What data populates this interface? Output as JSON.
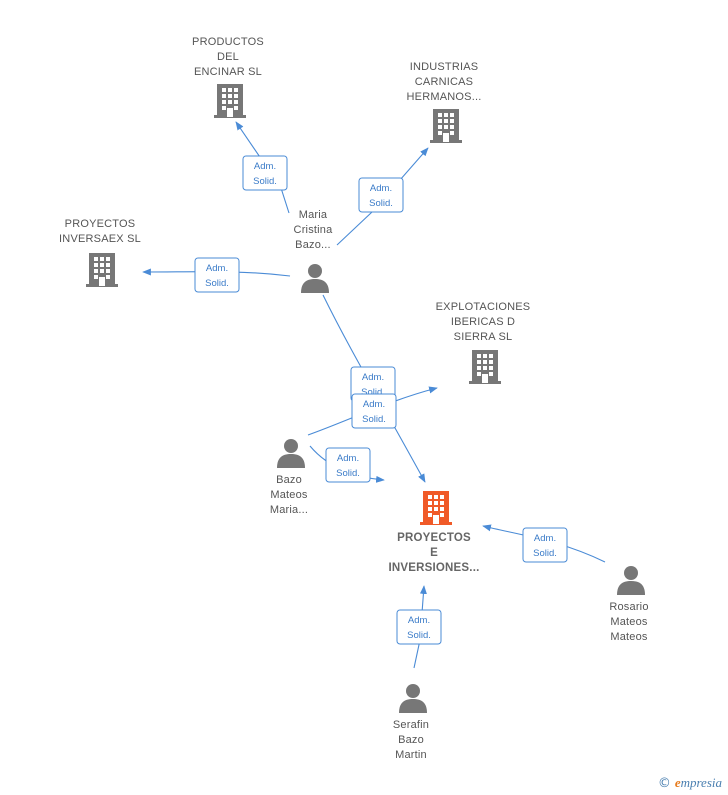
{
  "colors": {
    "edge": "#4a8bd6",
    "company": "#777777",
    "main_company": "#f05a28",
    "person": "#777777"
  },
  "nodes": [
    {
      "id": "productos",
      "kind": "company",
      "lines": [
        "PRODUCTOS",
        "DEL",
        "ENCINAR  SL"
      ]
    },
    {
      "id": "industrias",
      "kind": "company",
      "lines": [
        "INDUSTRIAS",
        "CARNICAS",
        "HERMANOS..."
      ]
    },
    {
      "id": "inversaex",
      "kind": "company",
      "lines": [
        "PROYECTOS",
        "INVERSAEX  SL"
      ]
    },
    {
      "id": "explotaciones",
      "kind": "company",
      "lines": [
        "EXPLOTACIONES",
        "IBERICAS D",
        "SIERRA  SL"
      ]
    },
    {
      "id": "proyectos_main",
      "kind": "main_company",
      "lines": [
        "PROYECTOS",
        "E",
        "INVERSIONES..."
      ]
    },
    {
      "id": "maria_cristina",
      "kind": "person",
      "lines": [
        "Maria",
        "Cristina",
        "Bazo..."
      ]
    },
    {
      "id": "bazo_mateos",
      "kind": "person",
      "lines": [
        "Bazo",
        "Mateos",
        "Maria..."
      ]
    },
    {
      "id": "rosario",
      "kind": "person",
      "lines": [
        "Rosario",
        "Mateos",
        "Mateos"
      ]
    },
    {
      "id": "serafin",
      "kind": "person",
      "lines": [
        "Serafin",
        "Bazo",
        "Martin"
      ]
    }
  ],
  "edges": [
    {
      "from": "maria_cristina",
      "to": "productos",
      "label": [
        "Adm.",
        "Solid."
      ]
    },
    {
      "from": "maria_cristina",
      "to": "industrias",
      "label": [
        "Adm.",
        "Solid."
      ]
    },
    {
      "from": "maria_cristina",
      "to": "inversaex",
      "label": [
        "Adm.",
        "Solid."
      ]
    },
    {
      "from": "maria_cristina",
      "to": "proyectos_main",
      "label": [
        "Adm.",
        "Solid."
      ]
    },
    {
      "from": "bazo_mateos",
      "to": "explotaciones",
      "label": [
        "Adm.",
        "Solid."
      ]
    },
    {
      "from": "bazo_mateos",
      "to": "proyectos_main",
      "label": [
        "Adm.",
        "Solid."
      ]
    },
    {
      "from": "rosario",
      "to": "proyectos_main",
      "label": [
        "Adm.",
        "Solid."
      ]
    },
    {
      "from": "serafin",
      "to": "proyectos_main",
      "label": [
        "Adm.",
        "Solid."
      ]
    }
  ],
  "watermark": {
    "copyright": "©",
    "brand_initial": "e",
    "brand_rest": "mpresia"
  }
}
